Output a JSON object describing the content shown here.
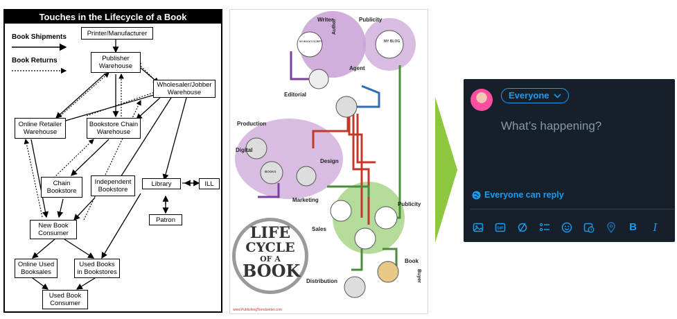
{
  "diagram": {
    "title": "Touches in the Lifecycle of a Book",
    "legend": {
      "shipments": "Book Shipments",
      "returns": "Book Returns"
    },
    "nodes": {
      "printer": "Printer/Manufacturer",
      "publisher": "Publisher Warehouse",
      "wholesaler": "Wholesaler/Jobber Warehouse",
      "online_retailer": "Online Retailer Warehouse",
      "chain_warehouse": "Bookstore Chain Warehouse",
      "chain_store": "Chain Bookstore",
      "independent": "Independent Bookstore",
      "library": "Library",
      "ill": "ILL",
      "patron": "Patron",
      "consumer": "New Book Consumer",
      "online_used": "Online Used Booksales",
      "used_stores": "Used Books in Bookstores",
      "used_consumer": "Used Book Consumer"
    }
  },
  "poster": {
    "title_lines": [
      "LIFE",
      "CYCLE",
      "OF A",
      "BOOK"
    ],
    "stages": {
      "writer": "Writer",
      "author": "Author",
      "publicity_top": "Publicity",
      "agent": "Agent",
      "editorial": "Editorial",
      "production": "Production",
      "digital": "Digital",
      "design": "Design",
      "marketing": "Marketing",
      "publicity_mid": "Publicity",
      "sales": "Sales",
      "book": "Book",
      "buyer": "Buyer",
      "distribution": "Distribution"
    },
    "badges": {
      "my_script": "MY BOOK'S SCRIPT",
      "my_blog": "MY BLOG",
      "books": "BOOKS"
    },
    "url": "www.PublishingTrendsetter.com",
    "colors": {
      "purple": "#c9a0d6",
      "green": "#a8d58a",
      "blue": "#2e6db4",
      "red": "#c0392b",
      "gray": "#9a9a9a"
    }
  },
  "compose": {
    "audience": "Everyone",
    "placeholder": "What’s happening?",
    "reply_setting": "Everyone can reply",
    "toolbar_icons": [
      "image-icon",
      "gif-icon",
      "poll-icon",
      "list-icon",
      "emoji-icon",
      "schedule-icon",
      "location-icon",
      "bold-icon",
      "italic-icon"
    ],
    "bold_glyph": "B",
    "italic_glyph": "I",
    "gif_glyph": "GIF",
    "accent": "#1d9bf0",
    "background": "#15202b"
  }
}
